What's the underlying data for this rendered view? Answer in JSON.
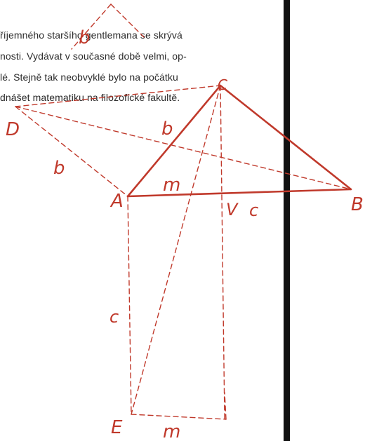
{
  "text_lines": [
    "říjemného staršího gentlemana se skrývá",
    "nosti. Vydávat v současné době velmi, op-",
    "lé. Stejně tak neobvyklé bylo na počátku",
    "dnášet matematiku na filozofické fakultě."
  ],
  "labels": {
    "A": "A",
    "B": "B",
    "C": "C",
    "D": "D",
    "E": "E",
    "V": "V",
    "b_top": "b",
    "b_right": "b",
    "b_left": "b",
    "m_upper": "m",
    "m_lower": "m",
    "c_upper": "c",
    "c_lower": "c"
  },
  "colors": {
    "ink": "#c0392b",
    "text": "#2b2b2b",
    "bar": "#111111"
  }
}
